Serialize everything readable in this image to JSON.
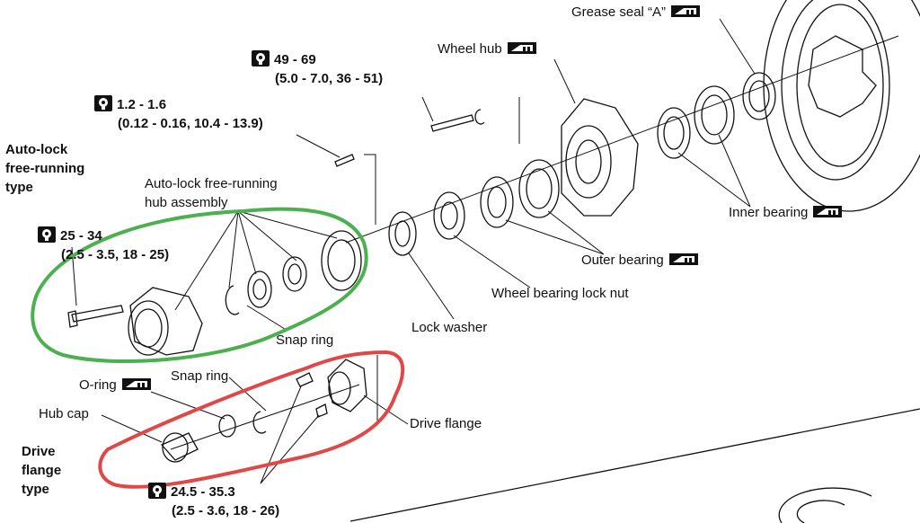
{
  "labels": {
    "grease_seal": "Grease seal “A”",
    "wheel_hub": "Wheel hub",
    "inner_bearing": "Inner bearing",
    "outer_bearing": "Outer bearing",
    "lock_nut": "Wheel bearing lock nut",
    "lock_washer": "Lock washer",
    "snap_ring_upper": "Snap ring",
    "snap_ring_lower": "Snap ring",
    "o_ring": "O-ring",
    "hub_cap": "Hub cap",
    "drive_flange": "Drive flange",
    "auto_lock_hub": [
      "Auto-lock free-running",
      "hub assembly"
    ]
  },
  "section_titles": {
    "auto_lock": [
      "Auto-lock",
      "free-running",
      "type"
    ],
    "drive_flange": [
      "Drive",
      "flange",
      "type"
    ]
  },
  "torques": {
    "t1": {
      "value": "49 - 69",
      "detail": "(5.0 - 7.0, 36 - 51)"
    },
    "t2": {
      "value": "1.2 - 1.6",
      "detail": "(0.12 - 0.16, 10.4 - 13.9)"
    },
    "t3": {
      "value": "25 - 34",
      "detail": "(2.5 - 3.5, 18 - 25)"
    },
    "t4": {
      "value": "24.5 - 35.3",
      "detail": "(2.5 - 3.6, 18 - 26)"
    }
  },
  "icons": {
    "torque": "torque-wrench-icon",
    "grease": "multipurpose-grease-icon"
  },
  "colors": {
    "green_highlight": "#4caf50",
    "red_highlight": "#e04848"
  }
}
